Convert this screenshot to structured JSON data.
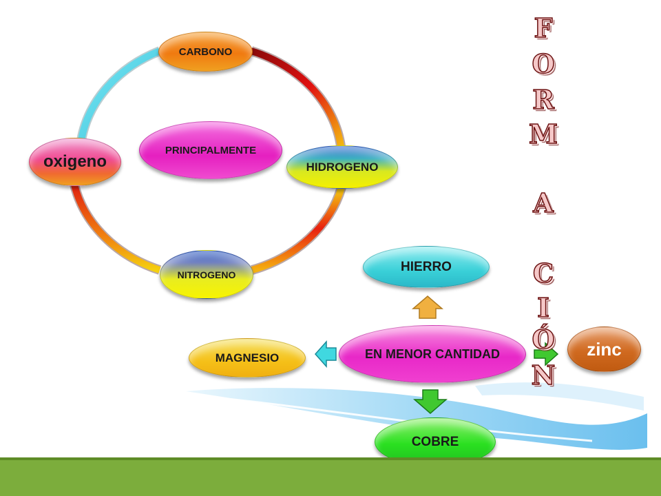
{
  "cycle": {
    "top": "CARBONO",
    "left": "oxigeno",
    "center": "PRINCIPALMENTE",
    "right": "HIDROGENO",
    "bottom": "NITROGENO"
  },
  "lesser": {
    "center": "EN MENOR CANTIDAD",
    "up": "HIERRO",
    "left": "MAGNESIO",
    "down": "COBRE",
    "right": "zinc"
  },
  "vertical_title": [
    "F",
    "O",
    "R",
    "M",
    "A",
    "C",
    "I",
    "Ó",
    "N"
  ],
  "colors": {
    "ring_cyan": "#5ee0f0",
    "ring_dark_red": "#8a0a0a",
    "ring_orange": "#f5a010",
    "arrow_orange": "#f0b040",
    "arrow_cyan": "#40d8e0",
    "arrow_green": "#40c830",
    "bottom_bar": "#7cad3c",
    "swoosh": "#7cc8f0"
  }
}
